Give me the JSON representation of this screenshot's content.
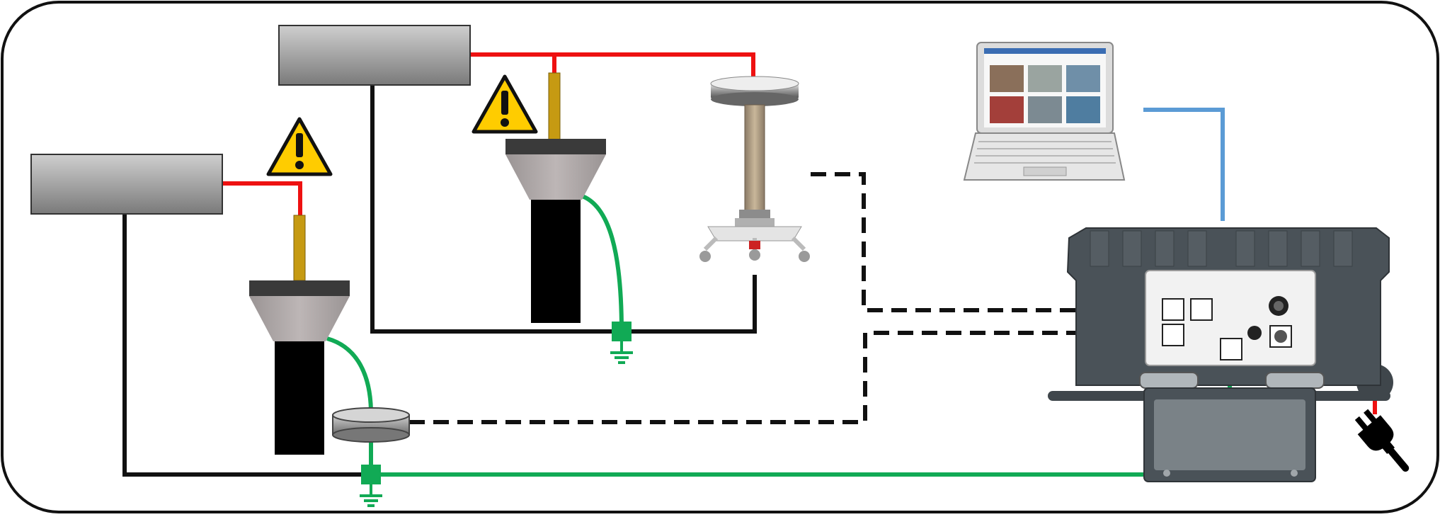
{
  "diagram": {
    "description_elements": [
      "hv-source-1",
      "hv-source-2",
      "test-object-1",
      "test-object-2",
      "coupling-capacitor",
      "hfct-sensor",
      "pd-instrument-case",
      "laptop",
      "mains-plug"
    ],
    "colors": {
      "hv_line": "#ee1111",
      "ground_line": "#11aa55",
      "signal_line": "#111111",
      "comm_line": "#5b9bd5",
      "return_line": "#111111",
      "warning_fill": "#ffcc00",
      "case_body": "#4a5258",
      "panel": "#f2f2f2"
    },
    "icons": {
      "warning": "warning-triangle-icon",
      "ground": "ground-symbol-icon",
      "plug": "power-plug-icon",
      "laptop": "laptop-icon"
    }
  }
}
